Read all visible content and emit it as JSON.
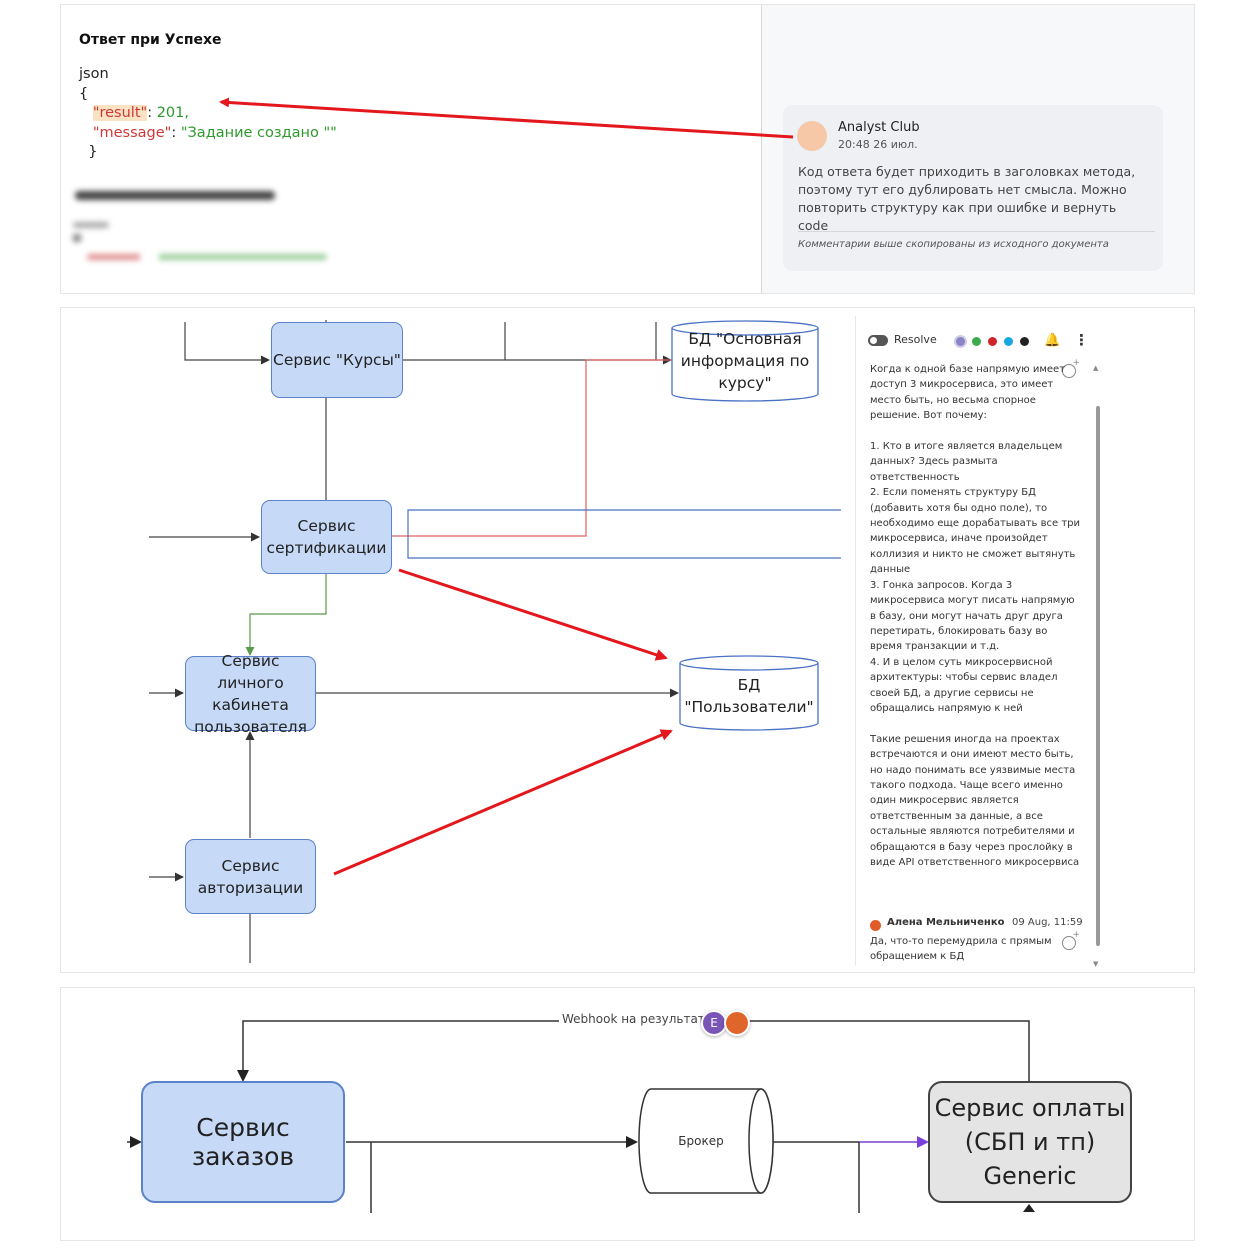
{
  "panel1": {
    "heading": "Ответ при Успехе",
    "code": {
      "lang": "json",
      "open_brace": "{",
      "result_key": "\"result\"",
      "result_sep": ": ",
      "result_value": "201,",
      "message_key": "\"message\"",
      "message_sep": ": ",
      "message_value": "\"Задание создано \"\"",
      "close_brace": "}"
    },
    "comment": {
      "author": "Analyst Club",
      "time": "20:48 26 июл.",
      "text": "Код ответа будет приходить в заголовках метода, поэтому тут его дублировать нет смысла. Можно повторить структуру как при ошибке и вернуть code",
      "note": "Комментарии выше скопированы из исходного документа"
    }
  },
  "panel2": {
    "boxes": {
      "courses": "Сервис \"Курсы\"",
      "cert": "Сервис сертификации",
      "cabinet": "Сервис личного кабинета пользователя",
      "auth": "Сервис авторизации",
      "db_course": "БД \"Основная информация по курсу\"",
      "db_users": "БД \"Пользователи\""
    },
    "sidebar": {
      "resolve_label": "Resolve",
      "dot_colors": [
        "#8a84c4",
        "#3daa4a",
        "#d0242a",
        "#18a8e0",
        "#222222"
      ],
      "bell_icon": "🔔",
      "more_icon": "⋮",
      "comment_text": "Когда к одной базе напрямую имеет доступ 3 микросервиса, это имеет место быть, но весьма спорное решение. Вот почему:\n\n1. Кто в итоге является владельцем данных? Здесь размыта ответственность\n2. Если поменять структуру БД (добавить хотя бы одно поле), то необходимо еще дорабатывать все три микросервиса, иначе произойдет коллизия и никто не сможет вытянуть данные\n3. Гонка запросов. Когда 3 микросервиса могут писать напрямую в базу, они могут начать друг друга перетирать, блокировать базу во время транзакции и т.д.\n4. И в целом суть микросервисной архитектуры: чтобы сервис владел своей БД, а другие сервисы не обращались напрямую к ней\n\nТакие решения иногда на проектах встречаются и они имеют место быть, но надо понимать все уязвимые места такого подхода. Чаще всего именно один микросервис является ответственным за данные, а все остальные являются потребителями и обращаются в базу через прослойку в виде API ответственного микросервиса",
      "reply_author": "Алена Мельниченко",
      "reply_time": "09 Aug, 11:59",
      "reply_text": "Да, что-то перемудрила с прямым обращением к БД"
    }
  },
  "panel3": {
    "orders": "Сервис заказов",
    "broker": "Брокер",
    "payment": "Сервис оплаты (СБП и тп) Generic",
    "webhook": "Webhook на результат",
    "avatar_letter": "E"
  }
}
